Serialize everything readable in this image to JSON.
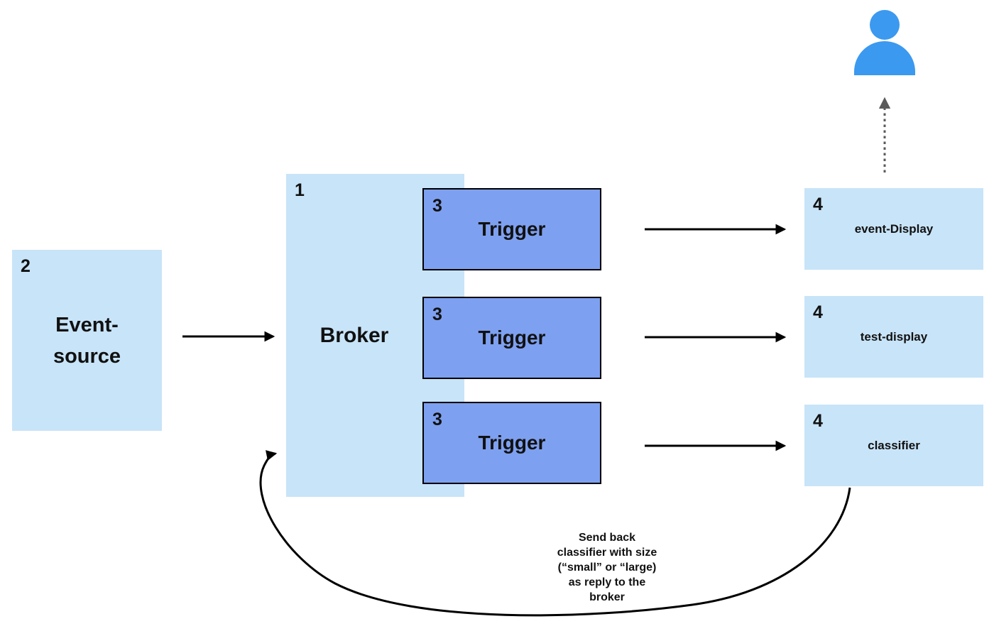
{
  "colors": {
    "light_blue": "#c8e4f8",
    "trigger_blue": "#7ea0f0",
    "person_blue": "#3b99f0",
    "line_black": "#000000",
    "dotted_gray": "#5a5a5a"
  },
  "nodes": {
    "event_source": {
      "number": "2",
      "label": "Event-\nsource"
    },
    "broker": {
      "number": "1",
      "label": "Broker"
    },
    "triggers": [
      {
        "number": "3",
        "label": "Trigger"
      },
      {
        "number": "3",
        "label": "Trigger"
      },
      {
        "number": "3",
        "label": "Trigger"
      }
    ],
    "services": [
      {
        "number": "4",
        "label": "event-Display"
      },
      {
        "number": "4",
        "label": "test-display"
      },
      {
        "number": "4",
        "label": "classifier"
      }
    ]
  },
  "annotation": "Send back\nclassifier with size\n(“small” or “large)\nas reply to the\nbroker",
  "icons": {
    "person": "person-icon",
    "arrows": [
      "arrow-event-source-to-broker",
      "arrow-trigger1-to-event-display",
      "arrow-trigger2-to-test-display",
      "arrow-trigger3-to-classifier",
      "dotted-arrow-event-display-to-person",
      "curved-arrow-classifier-to-broker"
    ]
  }
}
